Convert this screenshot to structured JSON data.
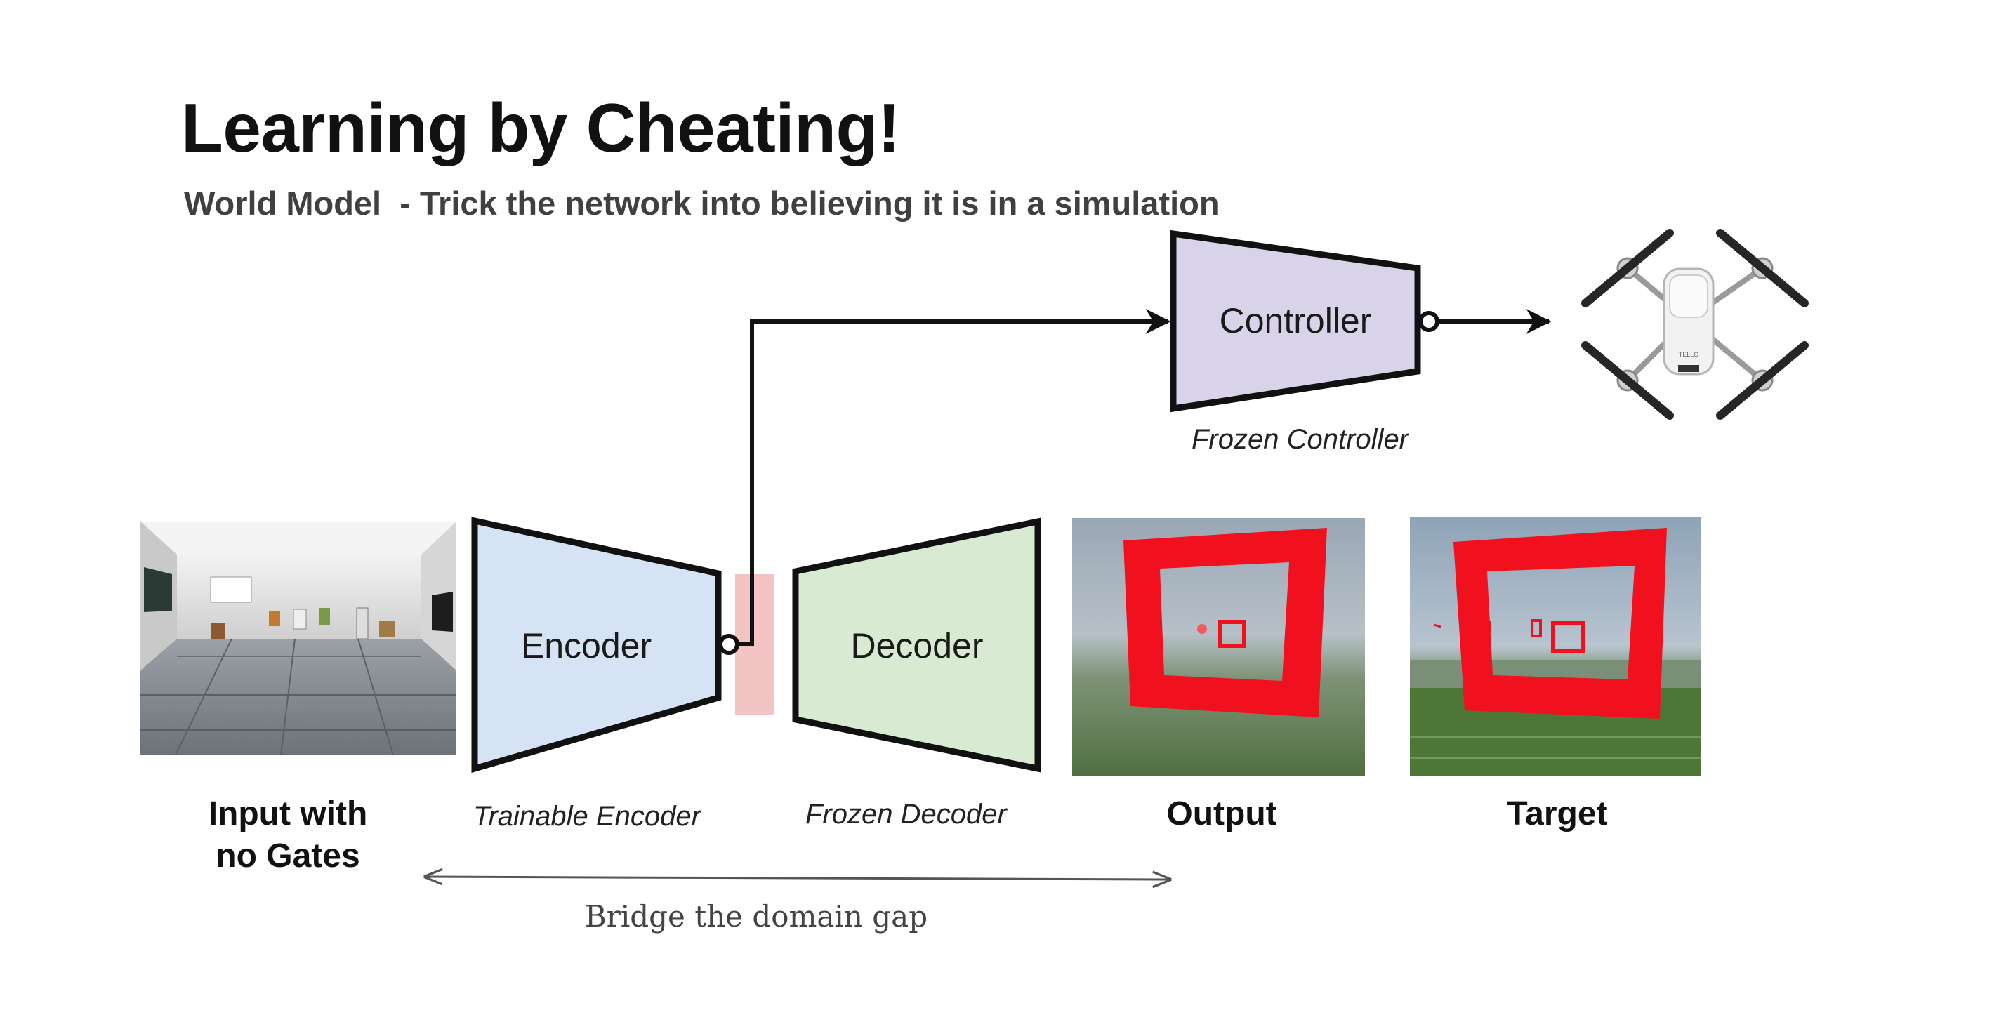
{
  "slide": {
    "title": "Learning by Cheating!",
    "subtitle": "World Model  - Trick the network into believing it is in a simulation"
  },
  "blocks": {
    "encoder": {
      "label": "Encoder",
      "caption": "Trainable Encoder",
      "fill": "#d5e3f5"
    },
    "decoder": {
      "label": "Decoder",
      "caption": "Frozen Decoder",
      "fill": "#d9ead3"
    },
    "controller": {
      "label": "Controller",
      "caption": "Frozen Controller",
      "fill": "#d9d3e9"
    },
    "latent_fill": "#f2c4c4"
  },
  "images": {
    "input": {
      "caption_line1": "Input with",
      "caption_line2": "no Gates"
    },
    "output": {
      "caption": "Output"
    },
    "target": {
      "caption": "Target"
    },
    "drone_brand": "TELLO"
  },
  "domain_gap": {
    "label": "Bridge the domain gap"
  },
  "colors": {
    "gate_red": "#f0101e",
    "arrow": "#111111",
    "gap_arrow": "#555555"
  }
}
